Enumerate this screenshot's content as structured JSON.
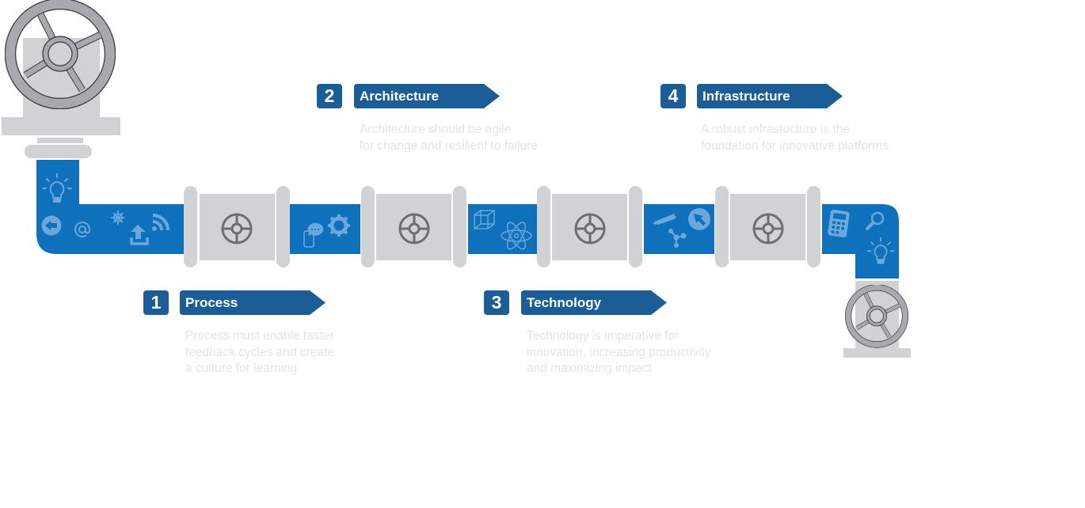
{
  "title": "Pipeline diagram",
  "colors": {
    "pipe": "#0f70bc",
    "label_bg": "#1b5e97",
    "valve_grey": "#d1d2d4",
    "wheel_grey": "#a7a9ac",
    "description_text": "#e3e4e6"
  },
  "stages": [
    {
      "number": "1",
      "title": "Process",
      "description": "Process must enable faster\nfeedback cycles and create\na culture for learning"
    },
    {
      "number": "2",
      "title": "Architecture",
      "description": "Architecture should be agile\nfor change and resilient to failure"
    },
    {
      "number": "3",
      "title": "Technology",
      "description": "Technology is imperative for\ninnovation, increasing productivity\nand maximizing impact"
    },
    {
      "number": "4",
      "title": "Infrastructure",
      "description": "A robust infrastucture is the\nfoundation for innovative platforms"
    }
  ],
  "pipe_icons": [
    [
      "lightbulb-icon",
      "back-arrow-icon",
      "at-sign-icon",
      "bug-icon",
      "upload-icon",
      "wifi-icon"
    ],
    [
      "mobile-chat-icon",
      "gear-icon"
    ],
    [
      "cube-icon",
      "atom-icon"
    ],
    [
      "pencil-icon",
      "cursor-icon",
      "network-icon"
    ],
    [
      "calculator-icon",
      "search-icon",
      "lightbulb-icon"
    ]
  ]
}
